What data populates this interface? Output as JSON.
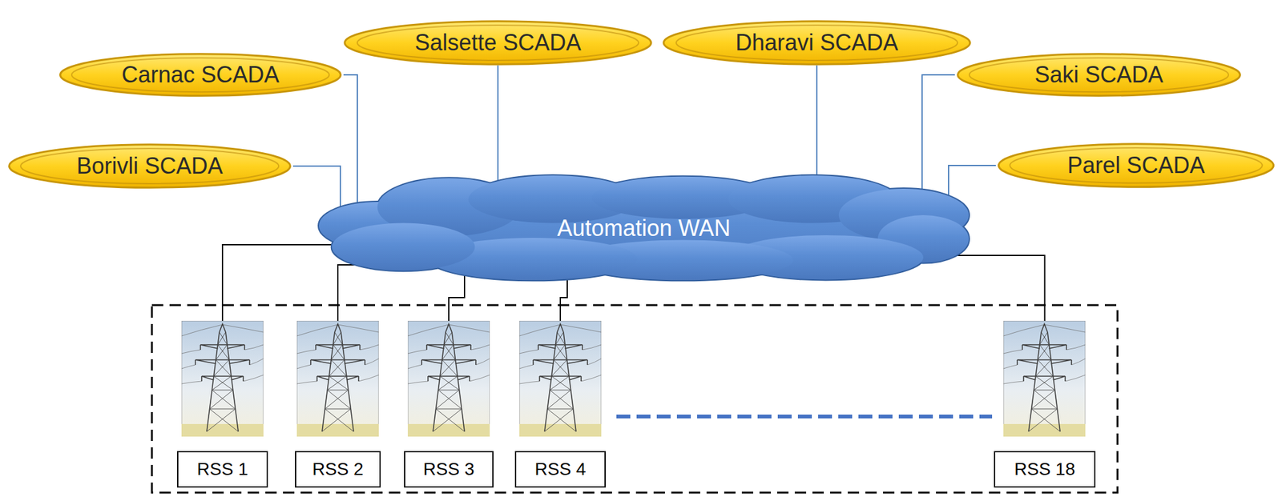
{
  "diagram": {
    "nodes": [
      {
        "text": [
          "Salsette SCADA"
        ]
      },
      {
        "text": [
          "Dharavi SCADA"
        ]
      },
      {
        "text": [
          "Carnac SCADA"
        ]
      },
      {
        "text": [
          "Saki SCADA"
        ]
      },
      {
        "text": [
          "Borivli SCADA"
        ]
      },
      {
        "text": [
          "Parel SCADA"
        ]
      },
      {
        "text": [
          "Automation WAN"
        ]
      },
      {
        "text": [
          "RSS 1"
        ]
      },
      {
        "text": [
          "RSS 2"
        ]
      },
      {
        "text": [
          "RSS 3"
        ]
      },
      {
        "text": [
          "RSS 4"
        ]
      },
      {
        "text": [
          "RSS 18"
        ]
      }
    ],
    "edges": [
      {
        "from": 0,
        "to": 6,
        "arrow": "none"
      },
      {
        "from": 1,
        "to": 6,
        "arrow": "none"
      },
      {
        "from": 2,
        "to": 6,
        "arrow": "none"
      },
      {
        "from": 3,
        "to": 6,
        "arrow": "none"
      },
      {
        "from": 4,
        "to": 6,
        "arrow": "none"
      },
      {
        "from": 5,
        "to": 6,
        "arrow": "none"
      },
      {
        "from": 6,
        "to": 7,
        "arrow": "none"
      },
      {
        "from": 6,
        "to": 8,
        "arrow": "none"
      },
      {
        "from": 6,
        "to": 9,
        "arrow": "none"
      },
      {
        "from": 6,
        "to": 10,
        "arrow": "none"
      },
      {
        "from": 6,
        "to": 11,
        "arrow": "none"
      }
    ]
  }
}
